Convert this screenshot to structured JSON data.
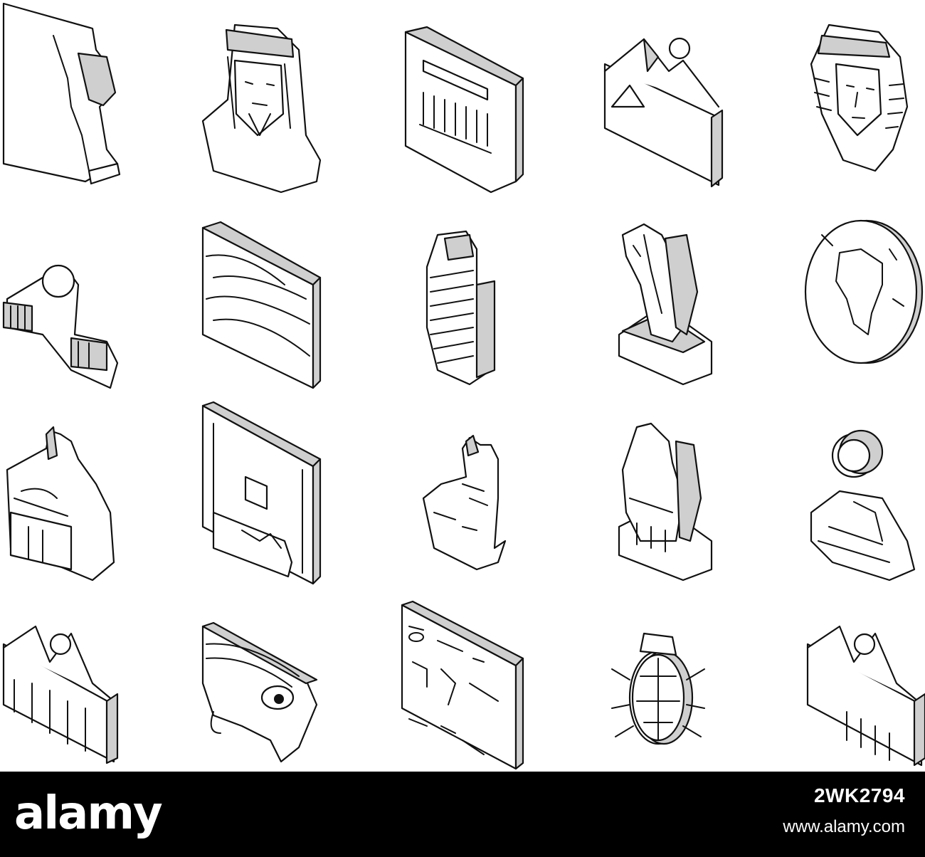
{
  "footer": {
    "brand": "alamy",
    "image_id": "2WK2794",
    "url": "www.alamy.com"
  },
  "icons": [
    "egypt-map-icon",
    "bedouin-man-icon",
    "temple-facade-icon",
    "pyramids-sun-icon",
    "pharaoh-mask-icon",
    "sphinx-icon",
    "desert-dunes-icon",
    "mummy-icon",
    "statue-bird-icon",
    "globe-africa-icon",
    "anubis-icon",
    "tomb-sarcophagus-icon",
    "bastet-cat-icon",
    "horus-statue-icon",
    "ra-god-icon",
    "palace-pyramid-icon",
    "eye-of-horus-icon",
    "hieroglyphs-wall-icon",
    "scarab-beetle-icon",
    "pyramid-building-icon"
  ],
  "colors": {
    "stroke": "#111111",
    "shade": "#cfcfcf",
    "background": "#ffffff",
    "footer": "#000000"
  }
}
